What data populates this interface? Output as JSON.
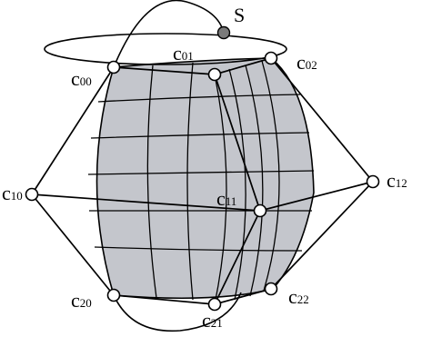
{
  "figure": {
    "apex_label": "S",
    "control_points": [
      {
        "id": "c00",
        "base": "c",
        "sub": "00"
      },
      {
        "id": "c01",
        "base": "c",
        "sub": "01"
      },
      {
        "id": "c02",
        "base": "c",
        "sub": "02"
      },
      {
        "id": "c10",
        "base": "c",
        "sub": "10"
      },
      {
        "id": "c11",
        "base": "c",
        "sub": "11"
      },
      {
        "id": "c12",
        "base": "c",
        "sub": "12"
      },
      {
        "id": "c20",
        "base": "c",
        "sub": "20"
      },
      {
        "id": "c21",
        "base": "c",
        "sub": "21"
      },
      {
        "id": "c22",
        "base": "c",
        "sub": "22"
      }
    ]
  },
  "colors": {
    "patch_fill": "#c4c6cc",
    "line": "#000000",
    "apex_fill": "#7a7a7a",
    "point_fill": "#ffffff"
  }
}
